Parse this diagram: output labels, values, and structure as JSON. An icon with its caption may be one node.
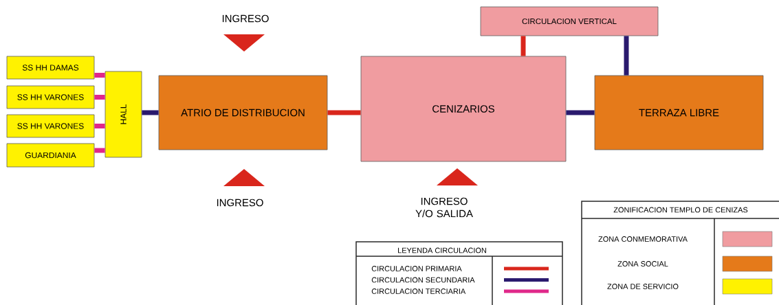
{
  "diagram": {
    "nodes": [
      {
        "text": [
          "SS HH DAMAS"
        ]
      },
      {
        "text": [
          "SS HH VARONES"
        ]
      },
      {
        "text": [
          "SS HH VARONES"
        ]
      },
      {
        "text": [
          "GUARDIANIA"
        ]
      },
      {
        "text": [
          "HALL"
        ]
      },
      {
        "text": [
          "ATRIO DE DISTRIBUCION"
        ]
      },
      {
        "text": [
          "CIRCULACION VERTICAL"
        ]
      },
      {
        "text": [
          "CENIZARIOS"
        ]
      },
      {
        "text": [
          "TERRAZA LIBRE"
        ]
      }
    ],
    "edges": [
      {
        "from": 0,
        "to": 4,
        "arrow": "none"
      },
      {
        "from": 1,
        "to": 4,
        "arrow": "none"
      },
      {
        "from": 2,
        "to": 4,
        "arrow": "none"
      },
      {
        "from": 3,
        "to": 4,
        "arrow": "none"
      },
      {
        "from": 4,
        "to": 5,
        "arrow": "none",
        "color": "#2a1a6e"
      },
      {
        "from": 5,
        "to": 7,
        "arrow": "none",
        "color": "#d9261c"
      },
      {
        "from": 7,
        "to": 6,
        "arrow": "none",
        "color": "#d9261c"
      },
      {
        "from": 7,
        "to": 8,
        "arrow": "none",
        "color": "#2a1a6e"
      },
      {
        "from": 8,
        "to": 6,
        "arrow": "none",
        "color": "#2a1a6e"
      }
    ],
    "labels": [
      "INGRESO",
      "INGRESO",
      "INGRESO Y/O SALIDA",
      "ZONIFICACION TEMPLO DE CENIZAS",
      "LEYENDA CIRCULACION"
    ],
    "legend": [
      {
        "text": "ZONA CONMEMORATIVA",
        "color": "#f09ca0"
      },
      {
        "text": "ZONA SOCIAL",
        "color": "#e57a1a"
      },
      {
        "text": "ZONA DE SERVICIO",
        "color": "#fff200"
      },
      {
        "text": "CIRCULACION PRIMARIA"
      },
      {
        "text": "CIRCULACION SECUNDARIA"
      },
      {
        "text": "CIRCULACION TERCIARIA"
      }
    ]
  }
}
